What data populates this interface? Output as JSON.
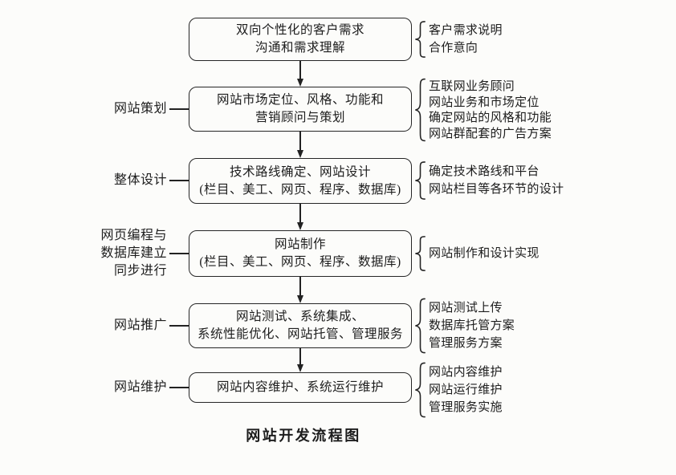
{
  "figure": {
    "caption": "网站开发流程图"
  },
  "colors": {
    "ink": "#1d1d1d",
    "background": "#fcfcfa"
  },
  "steps": [
    {
      "name": "requirements-communication",
      "side_label": [],
      "box": [
        "双向个性化的客户需求",
        "沟通和需求理解"
      ],
      "annotations": [
        "客户需求说明",
        "合作意向"
      ]
    },
    {
      "name": "website-planning",
      "side_label": [
        "网站策划"
      ],
      "box": [
        "网站市场定位、风格、功能和",
        "营销顾问与策划"
      ],
      "annotations": [
        "互联网业务顾问",
        "网站业务和市场定位",
        "确定网站的风格和功能",
        "网站群配套的广告方案"
      ]
    },
    {
      "name": "overall-design",
      "side_label": [
        "整体设计"
      ],
      "box": [
        "技术路线确定、网站设计",
        "(栏目、美工、网页、程序、数据库)"
      ],
      "annotations": [
        "确定技术路线和平台",
        "网站栏目等各环节的设计"
      ]
    },
    {
      "name": "website-production",
      "side_label": [
        "网页编程与",
        "数据库建立",
        "同步进行"
      ],
      "box": [
        "网站制作",
        "(栏目、美工、网页、程序、数据库)"
      ],
      "annotations": [
        "网站制作和设计实现"
      ]
    },
    {
      "name": "website-promotion",
      "side_label": [
        "网站推广"
      ],
      "box": [
        "网站测试、系统集成、",
        "系统性能优化、网站托管、管理服务"
      ],
      "annotations": [
        "网站测试上传",
        "数据库托管方案",
        "管理服务方案"
      ]
    },
    {
      "name": "website-maintenance",
      "side_label": [
        "网站维护"
      ],
      "box": [
        "网站内容维护、系统运行维护"
      ],
      "annotations": [
        "网站内容维护",
        "网站运行维护",
        "管理服务实施"
      ]
    }
  ]
}
